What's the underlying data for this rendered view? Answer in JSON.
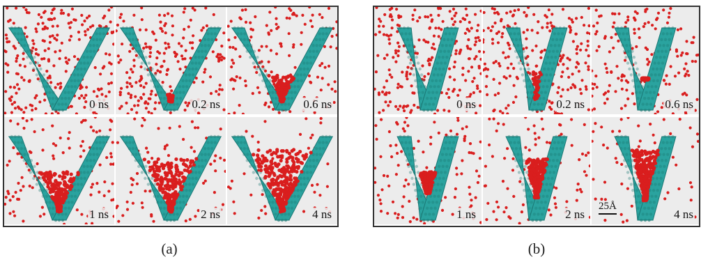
{
  "figure_a": {
    "caption": "(a)",
    "panels": [
      {
        "time": "0 ns",
        "cluster": 0.0,
        "wide": 1
      },
      {
        "time": "0.2 ns",
        "cluster": 0.18,
        "wide": 1
      },
      {
        "time": "0.6 ns",
        "cluster": 0.4,
        "wide": 1
      },
      {
        "time": "1 ns",
        "cluster": 0.55,
        "wide": 1
      },
      {
        "time": "2 ns",
        "cluster": 0.7,
        "wide": 1
      },
      {
        "time": "4 ns",
        "cluster": 0.85,
        "wide": 1
      }
    ]
  },
  "figure_b": {
    "caption": "(b)",
    "scale_label": "25Å",
    "panels": [
      {
        "time": "0 ns",
        "cluster": 0.0,
        "wide": 0
      },
      {
        "time": "0.2 ns",
        "cluster": 0.12,
        "wide": 0
      },
      {
        "time": "0.6 ns",
        "cluster": 0.35,
        "wide": 0
      },
      {
        "time": "1 ns",
        "cluster": 0.55,
        "wide": 0
      },
      {
        "time": "2 ns",
        "cluster": 0.7,
        "wide": 0
      },
      {
        "time": "4 ns",
        "cluster": 0.8,
        "wide": 0
      }
    ]
  },
  "colors": {
    "wall": "#2aa39f",
    "wall_dark": "#1a7774",
    "particle": "#d91e1e",
    "panel_bg": "#ececec"
  }
}
